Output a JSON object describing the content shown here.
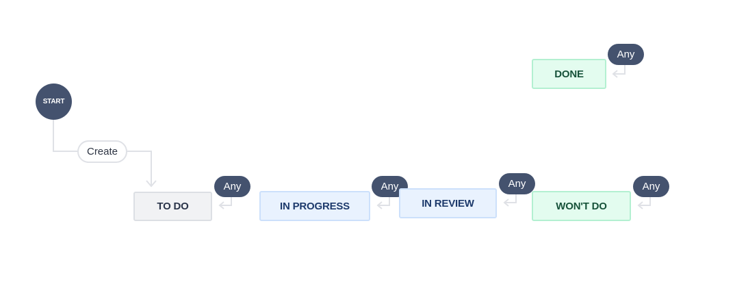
{
  "diagram": {
    "start_label": "START",
    "create_label": "Create",
    "statuses": {
      "todo": "TO DO",
      "in_progress": "IN PROGRESS",
      "in_review": "IN REVIEW",
      "wont_do": "WON'T DO",
      "done": "DONE"
    },
    "any_labels": {
      "todo": "Any",
      "in_progress": "Any",
      "in_review": "Any",
      "wont_do": "Any",
      "done": "Any"
    }
  },
  "colors": {
    "node_dark": "#44526e",
    "connector": "#dfe1e6",
    "todo_bg": "#f1f2f4",
    "progress_bg": "#e9f2fe",
    "done_bg": "#e3fcef"
  }
}
